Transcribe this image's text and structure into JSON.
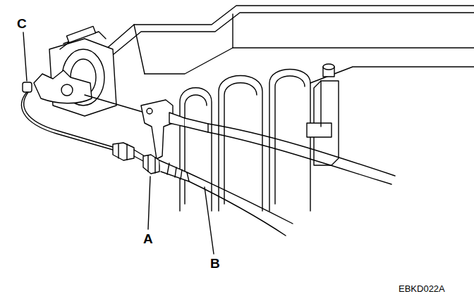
{
  "diagram": {
    "labels": [
      "C",
      "A",
      "B",
      "EBKD022A"
    ]
  }
}
